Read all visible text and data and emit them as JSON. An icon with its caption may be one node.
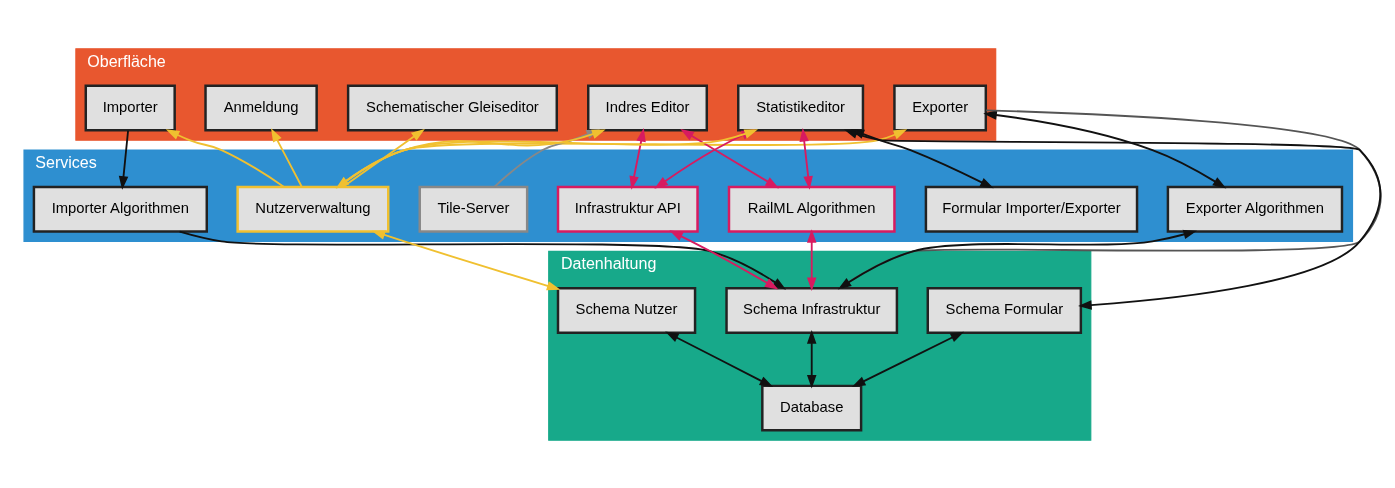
{
  "diagram": {
    "nodes": [
      {
        "text": [
          "Oberfläche"
        ]
      },
      {
        "text": [
          "Anmeldung"
        ],
        "in": 0
      },
      {
        "text": [
          "Importer"
        ],
        "in": 0
      },
      {
        "text": [
          "Exporter"
        ],
        "in": 0
      },
      {
        "text": [
          "Indres Editor"
        ],
        "in": 0
      },
      {
        "text": [
          "Schematischer Gleiseditor"
        ],
        "in": 0
      },
      {
        "text": [
          "Statistikeditor"
        ],
        "in": 0
      },
      {
        "text": [
          "Services"
        ]
      },
      {
        "text": [
          "Importer Algorithmen"
        ],
        "in": 7
      },
      {
        "text": [
          "Exporter Algorithmen"
        ],
        "in": 7
      },
      {
        "text": [
          "Tile-Server"
        ],
        "in": 7
      },
      {
        "text": [
          "Infrastruktur API"
        ],
        "in": 7
      },
      {
        "text": [
          "RailML Algorithmen"
        ],
        "in": 7
      },
      {
        "text": [
          "Nutzerverwaltung"
        ],
        "in": 7
      },
      {
        "text": [
          "Formular Importer/Exporter"
        ],
        "in": 7
      },
      {
        "text": [
          "Datenhaltung"
        ]
      },
      {
        "text": [
          "Schema Infrastruktur"
        ],
        "in": 15
      },
      {
        "text": [
          "Schema Nutzer"
        ],
        "in": 15
      },
      {
        "text": [
          "Schema Formular"
        ],
        "in": 15
      },
      {
        "text": [
          "Database"
        ],
        "in": 15
      }
    ],
    "edges": [
      {
        "from": 13,
        "to": 1,
        "arrow": "to",
        "color": "#f0c030"
      },
      {
        "from": 13,
        "to": 2,
        "arrow": "to",
        "color": "#f0c030"
      },
      {
        "from": 13,
        "to": 3,
        "arrow": "to",
        "color": "#f0c030"
      },
      {
        "from": 13,
        "to": 4,
        "arrow": "to",
        "color": "#f0c030"
      },
      {
        "from": 13,
        "to": 5,
        "arrow": "to",
        "color": "#f0c030"
      },
      {
        "from": 13,
        "to": 6,
        "arrow": "both",
        "color": "#f0c030"
      },
      {
        "from": 2,
        "to": 8,
        "arrow": "to"
      },
      {
        "from": 9,
        "to": 3,
        "arrow": "both"
      },
      {
        "from": 3,
        "to": 16,
        "arrow": "none",
        "color": "#555555"
      },
      {
        "from": 10,
        "to": 4,
        "arrow": "to",
        "color": "#888888"
      },
      {
        "from": 11,
        "to": 4,
        "arrow": "both",
        "color": "#d81b60"
      },
      {
        "from": 12,
        "to": 4,
        "arrow": "both",
        "color": "#d81b60"
      },
      {
        "from": 11,
        "to": 6,
        "arrow": "both",
        "color": "#d81b60"
      },
      {
        "from": 12,
        "to": 6,
        "arrow": "both",
        "color": "#d81b60"
      },
      {
        "from": 14,
        "to": 6,
        "arrow": "both"
      },
      {
        "from": 6,
        "to": 18,
        "arrow": "both"
      },
      {
        "from": 8,
        "to": 16,
        "arrow": "to"
      },
      {
        "from": 9,
        "to": 16,
        "arrow": "both"
      },
      {
        "from": 11,
        "to": 16,
        "arrow": "both",
        "color": "#d81b60"
      },
      {
        "from": 12,
        "to": 16,
        "arrow": "both",
        "color": "#d81b60"
      },
      {
        "from": 13,
        "to": 17,
        "arrow": "both",
        "color": "#f0c030"
      },
      {
        "from": 19,
        "to": 16,
        "arrow": "both"
      },
      {
        "from": 19,
        "to": 17,
        "arrow": "both"
      },
      {
        "from": 19,
        "to": 18,
        "arrow": "both"
      }
    ]
  }
}
